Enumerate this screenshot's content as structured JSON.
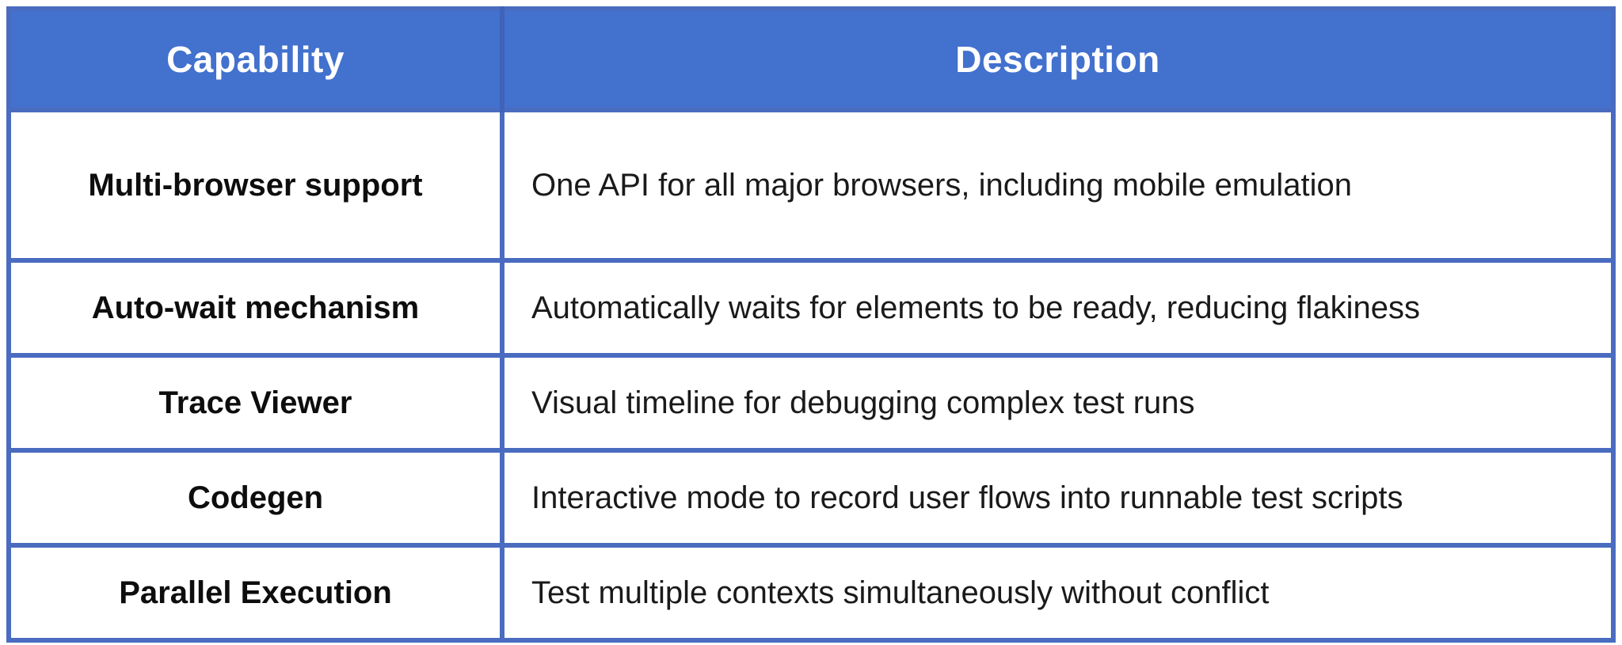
{
  "table": {
    "accent_color": "#4271ce",
    "border_color": "#4a6cc0",
    "header_text_color": "#ffffff",
    "body_text_color": "#111111",
    "headers": {
      "capability": "Capability",
      "description": "Description"
    },
    "rows": [
      {
        "capability": "Multi-browser support",
        "description": "One API for all major browsers, including mobile emulation"
      },
      {
        "capability": "Auto-wait mechanism",
        "description": "Automatically waits for elements to be ready, reducing flakiness"
      },
      {
        "capability": "Trace Viewer",
        "description": "Visual timeline for debugging complex test runs"
      },
      {
        "capability": "Codegen",
        "description": "Interactive mode to record user flows into runnable test scripts"
      },
      {
        "capability": "Parallel Execution",
        "description": "Test multiple contexts simultaneously without conflict"
      }
    ]
  }
}
